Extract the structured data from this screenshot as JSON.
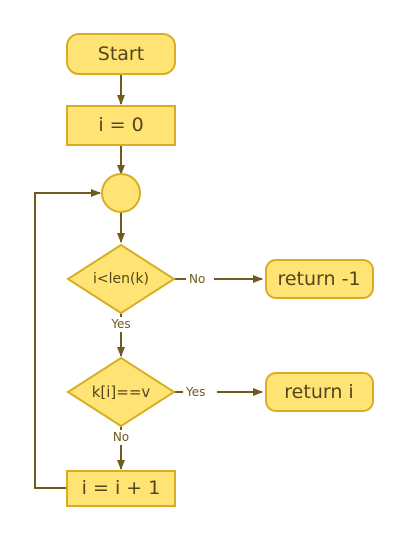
{
  "nodes": {
    "start": "Start",
    "init": "i = 0",
    "cond_len": "i<len(k)",
    "return_neg": "return -1",
    "cond_eq": "k[i]==v",
    "return_i": "return i",
    "increment": "i = i + 1"
  },
  "edges": {
    "len_no": "No",
    "len_yes": "Yes",
    "eq_yes": "Yes",
    "eq_no": "No"
  }
}
